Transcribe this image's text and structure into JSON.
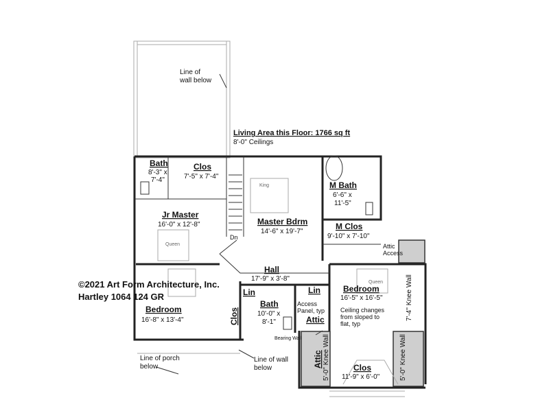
{
  "header": {
    "living_area": "Living Area this Floor: 1766 sq ft",
    "ceilings": "8'-0\" Ceilings"
  },
  "copyright": {
    "line1": "©2021 Art Form Architecture, Inc.",
    "line2": "Hartley 1064 124 GR"
  },
  "notes": {
    "line_of_wall_below_top": [
      "Line of",
      "wall below"
    ],
    "line_of_porch_below": [
      "Line of porch",
      "below"
    ],
    "line_of_wall_below_bottom": [
      "Line of wall",
      "below"
    ],
    "attic_access": [
      "Attic",
      "Access"
    ],
    "access_panel": [
      "Access",
      "Panel, typ"
    ],
    "ceiling_changes": [
      "Ceiling changes",
      "from sloped to",
      "flat, typ"
    ],
    "bearing_wall": "Bearing Wall",
    "dn": "Dn"
  },
  "rooms": {
    "bath_jr": {
      "name": "Bath",
      "dim1": "8'-3\" x",
      "dim2": "7'-4\""
    },
    "clos_jr": {
      "name": "Clos",
      "dim": "7'-5\" x 7'-4\""
    },
    "jr_master": {
      "name": "Jr Master",
      "dim": "16'-0\" x 12'-8\""
    },
    "master_bdrm": {
      "name": "Master Bdrm",
      "dim": "14'-6\" x 19'-7\""
    },
    "m_bath": {
      "name": "M Bath",
      "dim1": "6'-6\" x",
      "dim2": "11'-5\""
    },
    "m_clos": {
      "name": "M Clos",
      "dim": "9'-10\" x 7'-10\""
    },
    "hall": {
      "name": "Hall",
      "dim": "17'-9\" x 3'-8\""
    },
    "bedroom_left": {
      "name": "Bedroom",
      "dim": "16'-8\" x 13'-4\""
    },
    "clos_left": {
      "name": "Clos"
    },
    "lin_1": {
      "name": "Lin"
    },
    "lin_2": {
      "name": "Lin"
    },
    "bath_mid": {
      "name": "Bath",
      "dim1": "10'-0\" x",
      "dim2": "8'-1\""
    },
    "attic_mid": {
      "name": "Attic"
    },
    "bedroom_right": {
      "name": "Bedroom",
      "dim": "16'-5\" x 16'-5\""
    },
    "clos_bottom": {
      "name": "Clos",
      "dim": "11'-9\" x 6'-0\""
    },
    "attic_knee": {
      "name": "Attic",
      "knee": "5'-0\" Knee Wall"
    },
    "knee_right_upper": "7'-4\" Knee Wall",
    "knee_right_lower": "5'-0\" Knee Wall"
  },
  "fixtures": {
    "queen_1": "Queen",
    "queen_2": "Queen",
    "king": "King"
  }
}
